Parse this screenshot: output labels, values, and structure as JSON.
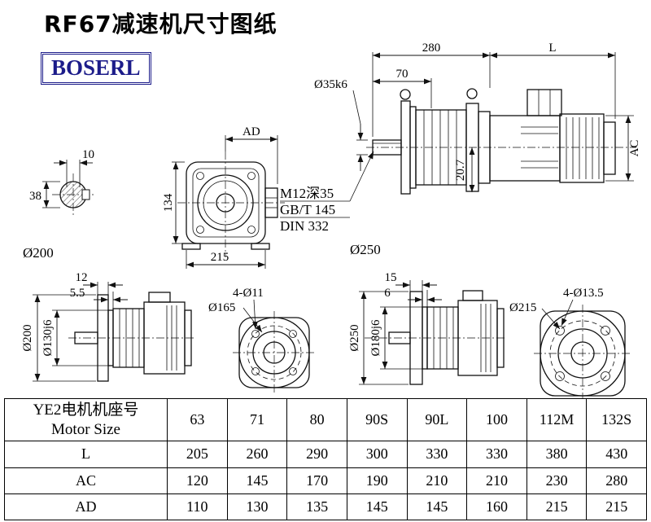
{
  "title": "RF67减速机尺寸图纸",
  "brand": "BOSERL",
  "colors": {
    "brand": "#1c1c8a",
    "line": "#111111"
  },
  "views": {
    "shaft_section": {
      "dim_width": "10",
      "dim_height": "38",
      "label": "Ø200"
    },
    "front_view": {
      "dim_top": "AD",
      "dim_left": "134",
      "dim_bottom": "215"
    },
    "side_view": {
      "dim_span_left": "280",
      "dim_span_right": "L",
      "dim_shaft_length": "70",
      "dim_shaft_dia": "Ø35k6",
      "dim_height": "AC",
      "dim_key": "20.7",
      "note_line1": "M12深35",
      "note_line2": "GB/T 145",
      "note_line3": "DIN 332",
      "label": "Ø250"
    },
    "flange_side_small": {
      "dim_flange_thk": "12",
      "dim_pilot_depth": "5.5",
      "dim_outer": "Ø200",
      "dim_pilot": "Ø130j6"
    },
    "flange_front_small": {
      "holes": "4-Ø11",
      "bolt_circle": "Ø165"
    },
    "flange_side_large": {
      "dim_flange_thk": "15",
      "dim_pilot_depth": "6",
      "dim_outer": "Ø250",
      "dim_pilot": "Ø180j6"
    },
    "flange_front_large": {
      "holes": "4-Ø13.5",
      "bolt_circle": "Ø215"
    }
  },
  "table": {
    "header": {
      "cn": "YE2电机机座号",
      "en": "Motor Size"
    },
    "sizes": [
      "63",
      "71",
      "80",
      "90S",
      "90L",
      "100",
      "112M",
      "132S"
    ],
    "rows": [
      {
        "label": "L",
        "values": [
          "205",
          "260",
          "290",
          "300",
          "330",
          "330",
          "380",
          "430"
        ]
      },
      {
        "label": "AC",
        "values": [
          "120",
          "145",
          "170",
          "190",
          "210",
          "210",
          "230",
          "280"
        ]
      },
      {
        "label": "AD",
        "values": [
          "110",
          "130",
          "135",
          "145",
          "145",
          "160",
          "215",
          "215"
        ]
      }
    ]
  }
}
